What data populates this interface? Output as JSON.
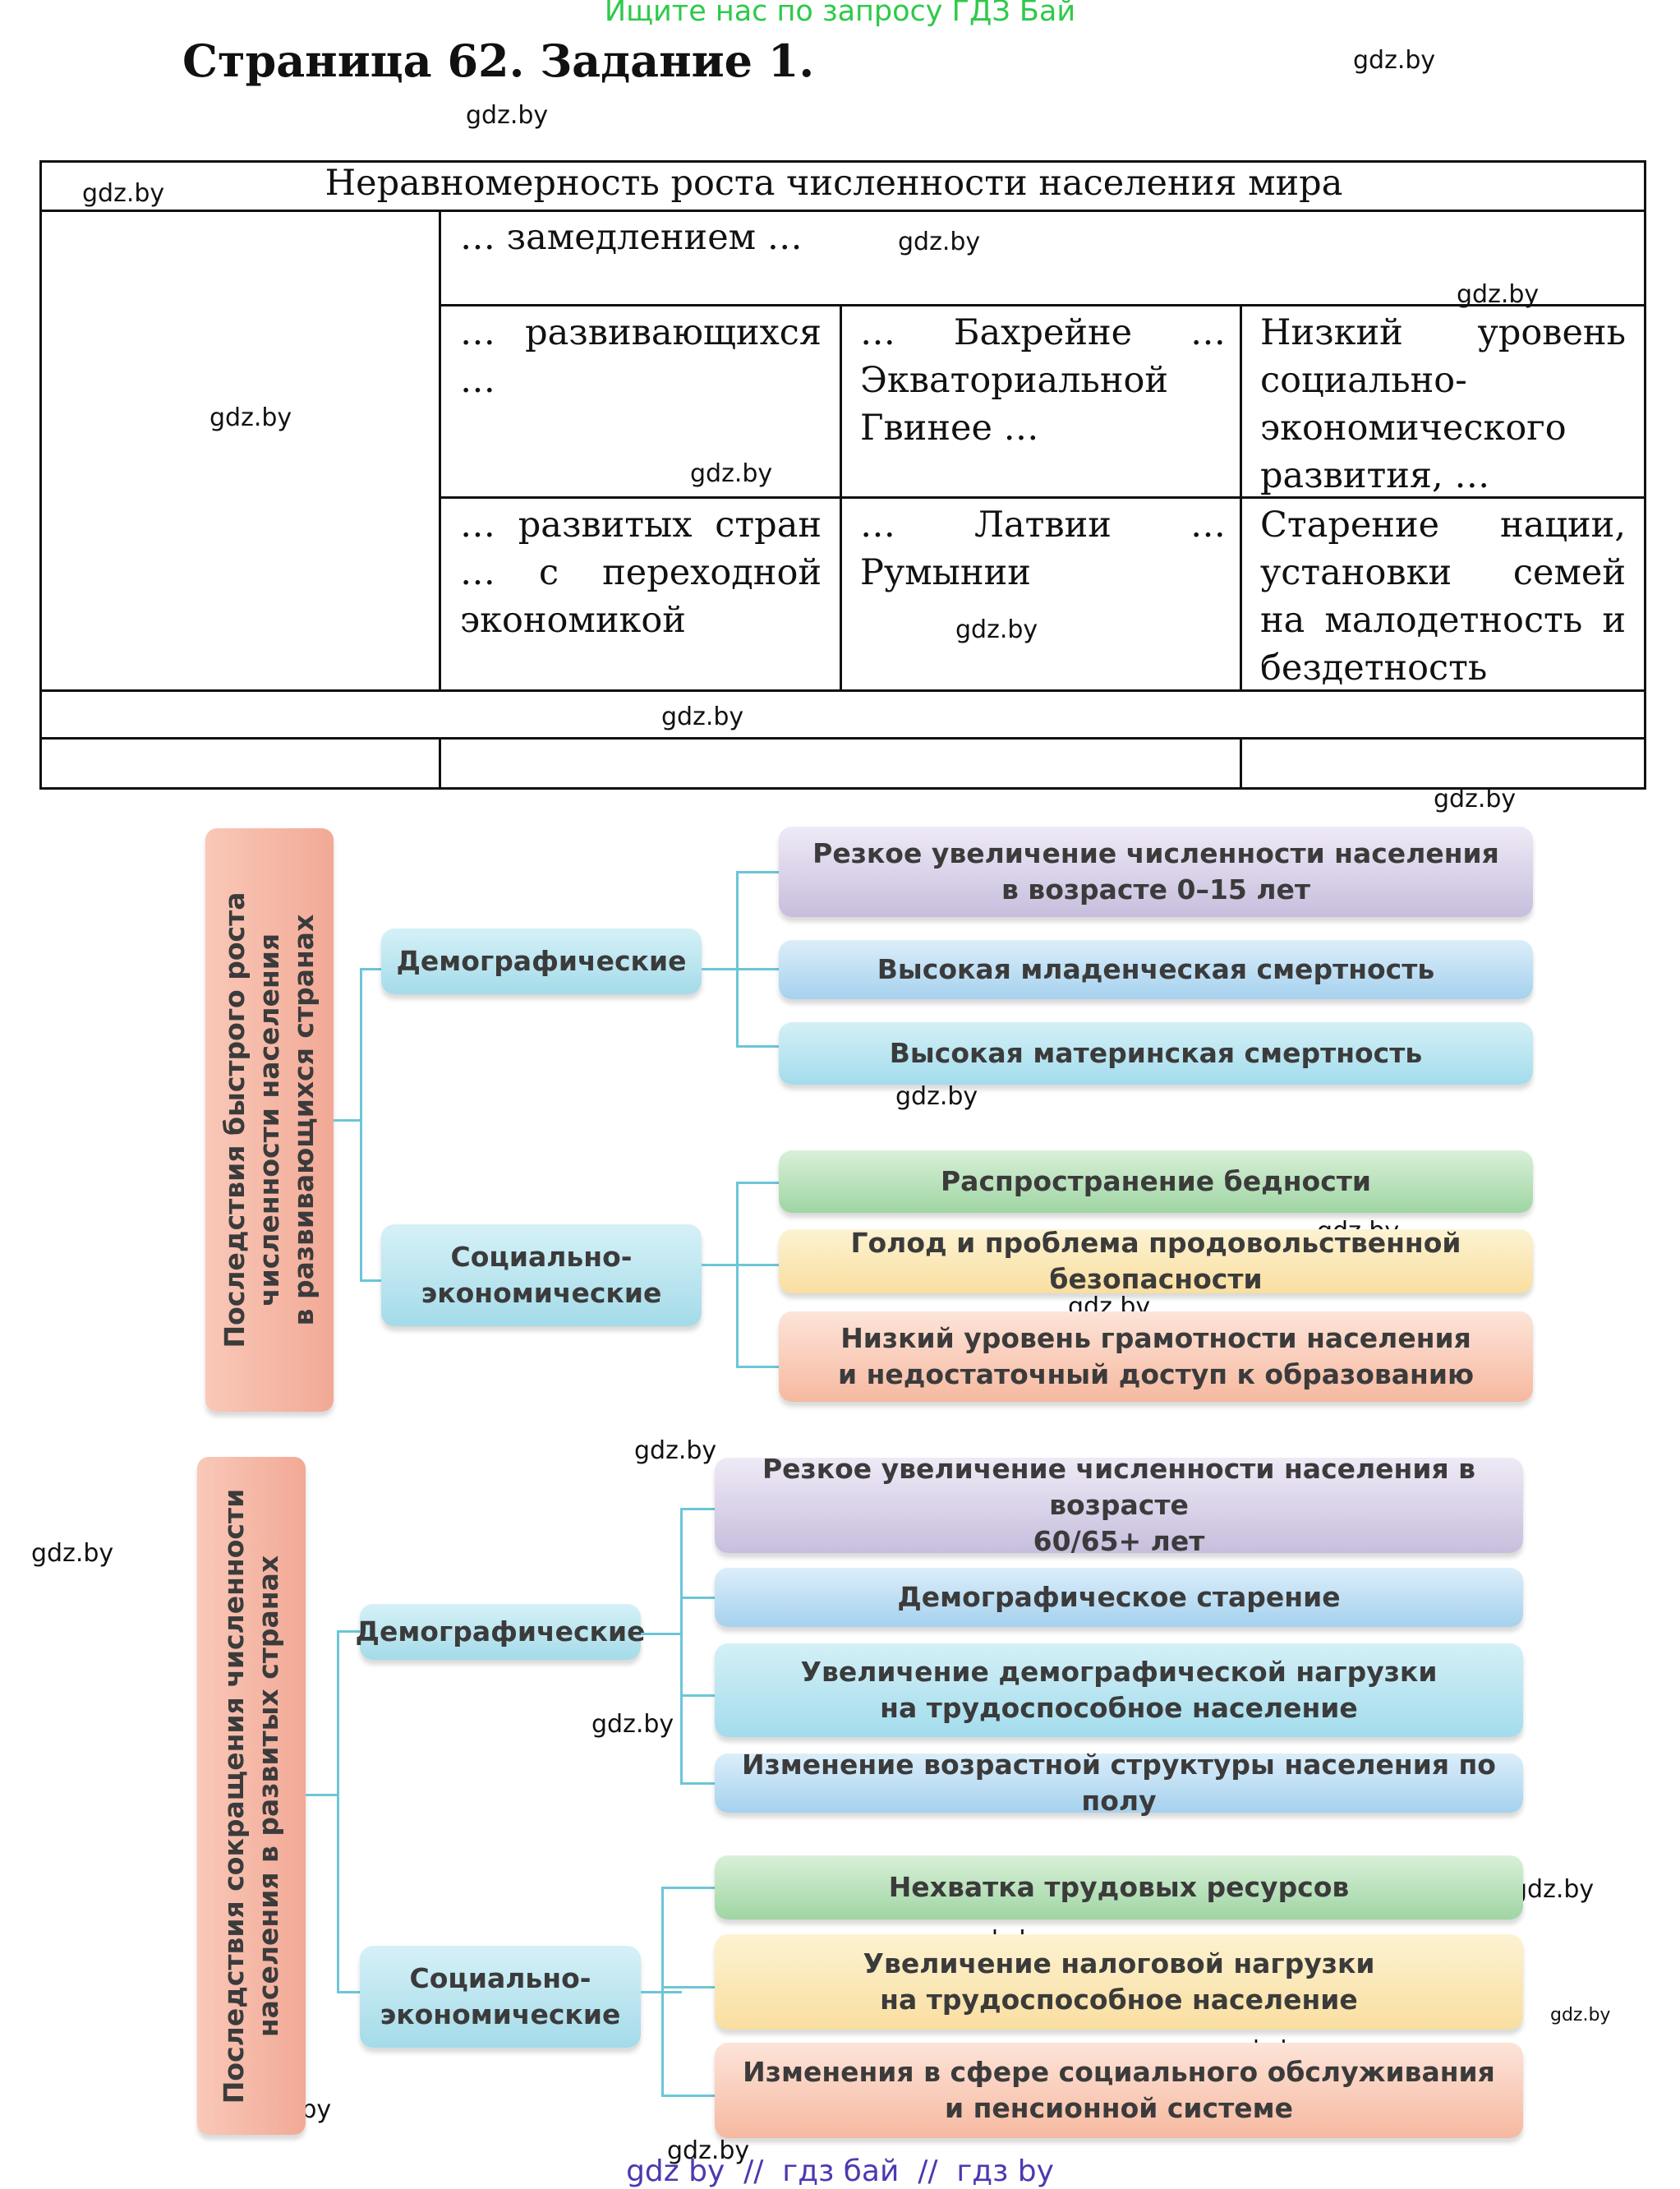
{
  "header": {
    "banner": "Ищите нас по запросу ГДЗ Бай",
    "title": "Страница 62. Задание 1."
  },
  "watermark": "gdz.by",
  "table": {
    "heading": "Неравномерность роста численности населения мира",
    "row1": "… замедлением …",
    "row2": [
      "… развивающихся …",
      "… Бахрейне …Экваториальной Гвинее …",
      "Низкий уровень социально-экономического развития, …"
    ],
    "row3": [
      "… развитых стран … с переходной экономикой",
      "… Латвии …Румынии",
      "Старение нации, установки семей на малодетность и бездетность"
    ]
  },
  "diagram1": {
    "root": [
      "Последствия быстрого роста",
      "численности населения",
      "в развивающихся странах"
    ],
    "groups": [
      {
        "label": [
          "Демографические"
        ],
        "items": [
          [
            "Резкое увеличение численности населения",
            "в возрасте 0–15 лет"
          ],
          [
            "Высокая младенческая смертность"
          ],
          [
            "Высокая материнская смертность"
          ]
        ]
      },
      {
        "label": [
          "Социально-",
          "экономические"
        ],
        "items": [
          [
            "Распространение бедности"
          ],
          [
            "Голод и проблема продовольственной безопасности"
          ],
          [
            "Низкий уровень грамотности населения",
            "и недостаточный доступ к образованию"
          ]
        ]
      }
    ]
  },
  "diagram2": {
    "root": [
      "Последствия сокращения численности",
      "населения в развитых странах"
    ],
    "groups": [
      {
        "label": [
          "Демографические"
        ],
        "items": [
          [
            "Резкое увеличение численности населения в возрасте",
            "60/65+ лет"
          ],
          [
            "Демографическое старение"
          ],
          [
            "Увеличение демографической нагрузки",
            "на трудоспособное население"
          ],
          [
            "Изменение возрастной структуры населения по полу"
          ]
        ]
      },
      {
        "label": [
          "Социально-",
          "экономические"
        ],
        "items": [
          [
            "Нехватка трудовых ресурсов"
          ],
          [
            "Увеличение налоговой нагрузки",
            "на трудоспособное население"
          ],
          [
            "Изменения в сфере социального обслуживания",
            "и пенсионной системе"
          ]
        ]
      }
    ]
  },
  "footer": "gdz by  //  гдз бай  //  гдз by"
}
